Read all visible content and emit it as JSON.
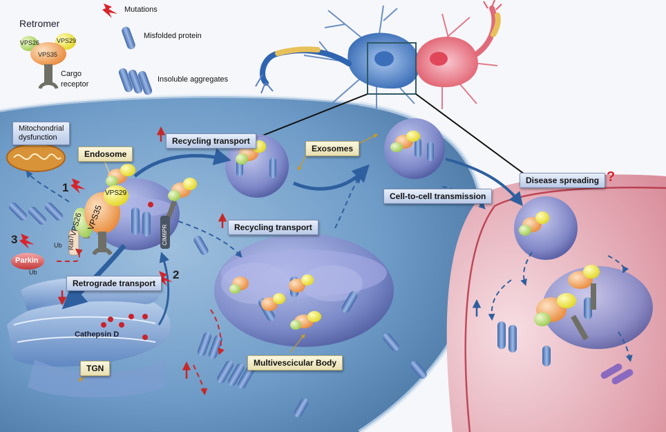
{
  "legend": {
    "retromer_title": "Retromer",
    "vps26": "VPS26",
    "vps29": "VPS29",
    "vps35": "VPS35",
    "cargo_receptor": "Cargo\nreceptor",
    "mutations": "Mutations",
    "misfolded_protein": "Misfolded protein",
    "insoluble_aggregates": "Insoluble aggregates"
  },
  "labels": {
    "mitochondrial_dysfunction": "Mitochondrial\ndysfunction",
    "endosome": "Endosome",
    "recycling_transport_top": "Recycling transport",
    "recycling_transport_mid": "Recycling transport",
    "retrograde_transport": "Retrograde transport",
    "exosomes": "Exosomes",
    "cell_to_cell": "Cell-to-cell transmission",
    "disease_spreading": "Disease spreading",
    "question_mark": "?",
    "multivesicular_body": "Multivescicular Body",
    "tgn": "TGN",
    "cathepsin_d": "Cathepsin D",
    "parkin": "Parkin",
    "rab7": "Rab7",
    "cim6pr": "CIM6PR",
    "ub1": "Ub",
    "ub2": "Ub",
    "num1": "1",
    "num2": "2",
    "num3": "3",
    "vps26": "VPS26",
    "vps29": "VPS29",
    "vps35": "VPS35"
  },
  "colors": {
    "cell_blue": "#4f7fb0",
    "cell_red": "#e7a0ab",
    "mutation_red": "#d8232a",
    "arrow_blue": "#2e5f9e",
    "vps35_orange": "#f3a35a",
    "vps29_yellow": "#f4ee4c",
    "vps26_green": "#bfe07d"
  }
}
